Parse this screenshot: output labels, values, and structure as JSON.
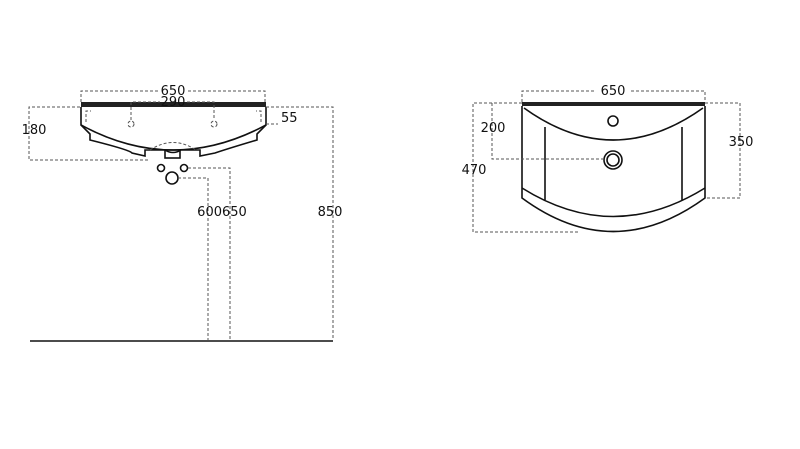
{
  "front_view": {
    "width_label": "650",
    "tap_spacing_label": "290",
    "height_label": "180",
    "rim_label": "55",
    "pipe_heights_label": "600650",
    "install_height_label": "850"
  },
  "top_view": {
    "width_label": "650",
    "drain_depth_label": "200",
    "depth_label": "470",
    "side_depth_label": "350"
  },
  "colors": {
    "line": "#111111",
    "dim": "#555555"
  }
}
